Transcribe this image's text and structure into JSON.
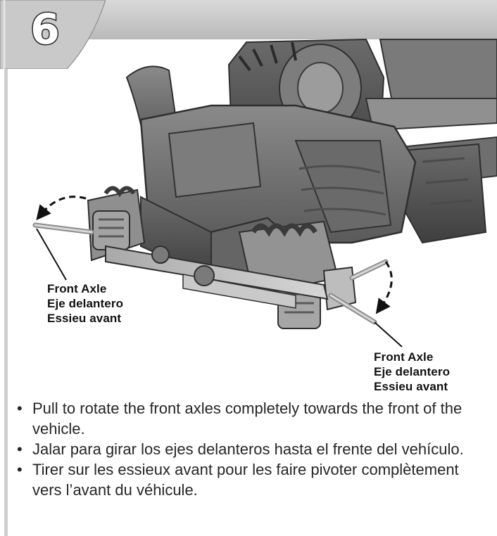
{
  "step": {
    "number": "6"
  },
  "callouts": {
    "left": {
      "lines": [
        "Front Axle",
        "Eje delantero",
        "Essieu avant"
      ]
    },
    "right": {
      "lines": [
        "Front Axle",
        "Eje delantero",
        "Essieu avant"
      ]
    }
  },
  "instructions": [
    "Pull to rotate the front axles completely towards the front of the vehicle.",
    "Jalar para girar los ejes delanteros hasta el frente del vehículo.",
    "Tirer sur les essieux avant pour les faire pivoter complètement vers l’avant du véhicule."
  ],
  "colors": {
    "header_bar": "#c4c4c4",
    "body_plastic": "#6e6e6e",
    "text": "#262626"
  }
}
